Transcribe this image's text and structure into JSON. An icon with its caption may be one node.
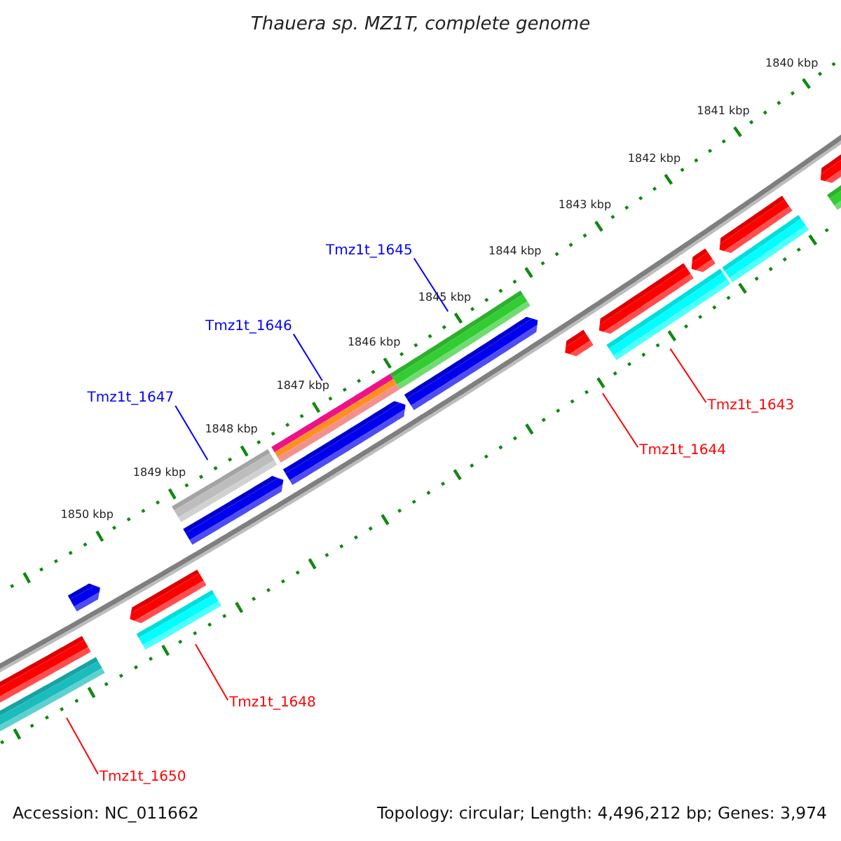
{
  "diagram": {
    "title": "Thauera sp. MZ1T, complete genome",
    "nodes": [
      {
        "text": [
          "Tmz1t_1645"
        ]
      },
      {
        "text": [
          "Tmz1t_1646"
        ]
      },
      {
        "text": [
          "Tmz1t_1647"
        ]
      },
      {
        "text": [
          "Tmz1t_1643"
        ]
      },
      {
        "text": [
          "Tmz1t_1644"
        ]
      },
      {
        "text": [
          "Tmz1t_1648"
        ]
      },
      {
        "text": [
          "Tmz1t_1650"
        ]
      },
      {
        "text": [],
        "shape": "bar"
      },
      {
        "text": [],
        "shape": "bar"
      },
      {
        "text": [],
        "shape": "bar"
      },
      {
        "text": [],
        "shape": "bar"
      },
      {
        "text": [],
        "shape": "bar"
      },
      {
        "text": [],
        "shape": "bar"
      },
      {
        "text": [],
        "shape": "bar"
      },
      {
        "text": [],
        "shape": "bar"
      },
      {
        "text": [],
        "shape": "bar"
      },
      {
        "text": [],
        "shape": "bar"
      },
      {
        "text": [],
        "shape": "bar"
      },
      {
        "text": [],
        "shape": "bar"
      },
      {
        "text": [],
        "shape": "bar"
      },
      {
        "text": [],
        "shape": "bar"
      },
      {
        "text": [],
        "shape": "bar"
      },
      {
        "text": [],
        "shape": "bar"
      },
      {
        "text": [],
        "shape": "bar"
      },
      {
        "text": [],
        "shape": "bar"
      },
      {
        "text": [],
        "shape": "bar"
      }
    ],
    "edges": [
      {
        "from": 0,
        "to": 14,
        "arrow": "none",
        "color": "#0000ff"
      },
      {
        "from": 1,
        "to": 17,
        "arrow": "none",
        "color": "#0000ff"
      },
      {
        "from": 2,
        "to": 19,
        "arrow": "none",
        "color": "#0000ff"
      },
      {
        "from": 3,
        "to": 12,
        "arrow": "none"
      },
      {
        "from": 4,
        "to": 16,
        "arrow": "none"
      },
      {
        "from": 5,
        "to": 23,
        "arrow": "none"
      },
      {
        "from": 6,
        "to": 25,
        "arrow": "none"
      }
    ],
    "labels": [
      "1840 kbp",
      "1841 kbp",
      "1842 kbp",
      "1843 kbp",
      "1844 kbp",
      "1845 kbp",
      "1846 kbp",
      "1847 kbp",
      "1848 kbp",
      "1849 kbp",
      "1850 kbp",
      "Accession: NC_011662",
      "Topology: circular; Length: 4,496,212 bp; Genes: 3,974"
    ]
  }
}
